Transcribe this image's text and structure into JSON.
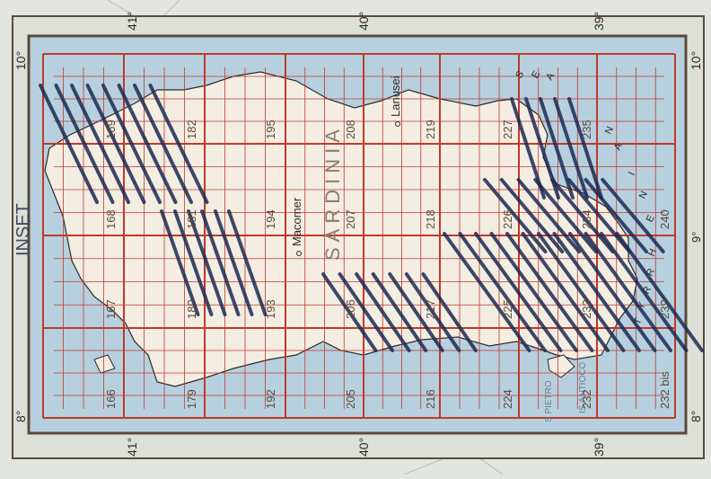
{
  "map": {
    "inset_label": "INSET",
    "region_label": "SARDINIA",
    "cities": [
      {
        "name": "Macomer"
      },
      {
        "name": "Lanusei"
      }
    ],
    "sea_label_letters": [
      "S",
      "E",
      "A"
    ],
    "sea_name_letters": [
      "T",
      "Y",
      "R",
      "R",
      "H",
      "E",
      "N",
      "I",
      "A",
      "N"
    ],
    "islands": [
      "S PIETRO",
      "IS ANTIOCO"
    ],
    "coords": {
      "left_lon": "8°",
      "right_lon": "10°",
      "mid_lon": "9°",
      "lat_41": "41°",
      "lat_40": "40°",
      "lat_39": "39°"
    },
    "sheet_numbers": {
      "bottom_row": [
        "166",
        "179",
        "192",
        "205",
        "216",
        "224",
        "232",
        "232 bis"
      ],
      "row_2": [
        "167",
        "180",
        "193",
        "206",
        "217",
        "225",
        "233",
        "239"
      ],
      "row_3": [
        "168",
        "181",
        "194",
        "207",
        "218",
        "226",
        "234",
        "240"
      ],
      "row_4": [
        "169",
        "182",
        "195",
        "208",
        "219",
        "227",
        "235"
      ]
    },
    "colors": {
      "sea": "#b7d0df",
      "land": "#f3ede2",
      "grid": "#c0392b",
      "frame": "#5a4a3a",
      "hatch": "#1d2a52",
      "outer_paper": "#e3e6e0"
    }
  }
}
